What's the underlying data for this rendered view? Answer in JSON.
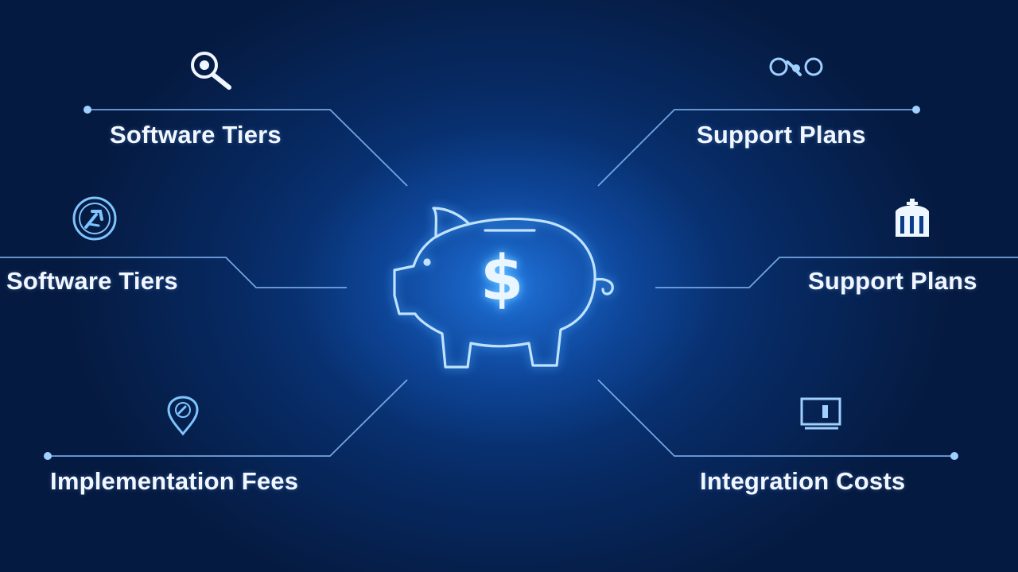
{
  "center": {
    "symbol": "$",
    "icon": "piggy-bank-icon"
  },
  "nodes": [
    {
      "label": "Software Tiers",
      "icon": "search-icon"
    },
    {
      "label": "Support Plans",
      "icon": "link-icon"
    },
    {
      "label": "Software Tiers",
      "icon": "tools-badge-icon"
    },
    {
      "label": "Support Plans",
      "icon": "building-icon"
    },
    {
      "label": "Implementation Fees",
      "icon": "location-pin-icon"
    },
    {
      "label": "Integration Costs",
      "icon": "monitor-icon"
    }
  ],
  "colors": {
    "line": "#7fb3f0",
    "accent": "#9fd0ff",
    "text": "#f2f7ff"
  }
}
